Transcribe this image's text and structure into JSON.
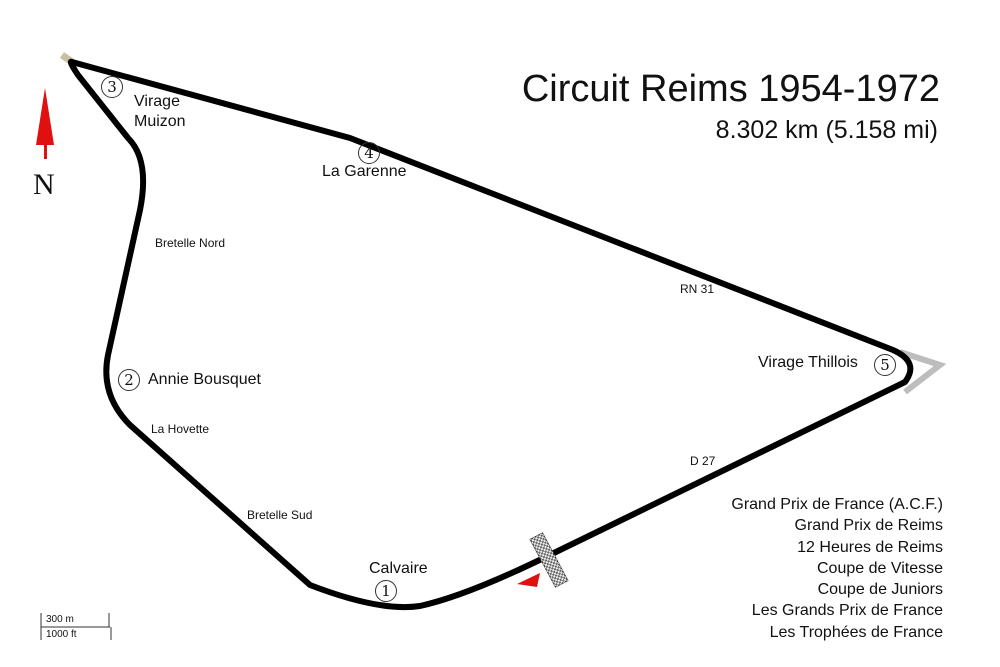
{
  "title": "Circuit Reims 1954-1972",
  "length": "8.302 km (5.158 mi)",
  "north_label": "N",
  "corners": [
    {
      "number": "1",
      "name": "Calvaire"
    },
    {
      "number": "2",
      "name": "Annie Bousquet"
    },
    {
      "number": "3",
      "name": "Virage Muizon"
    },
    {
      "number": "4",
      "name": "La Garenne"
    },
    {
      "number": "5",
      "name": "Virage Thillois"
    }
  ],
  "minor_labels": [
    "Bretelle Nord",
    "La Hovette",
    "Bretelle Sud",
    "RN 31",
    "D 27"
  ],
  "events": [
    "Grand Prix de France (A.C.F.)",
    "Grand Prix de Reims",
    "12 Heures de Reims",
    "Coupe de Vitesse",
    "Coupe de Juniors",
    "Les Grands Prix de France",
    "Les Trophées de France"
  ],
  "scale": {
    "metric": "300 m",
    "imperial": "1000 ft"
  },
  "colors": {
    "track": "#000000",
    "old_track": "#b8b8b8",
    "north_arrow": "#e01010",
    "direction_arrow": "#e01010"
  }
}
